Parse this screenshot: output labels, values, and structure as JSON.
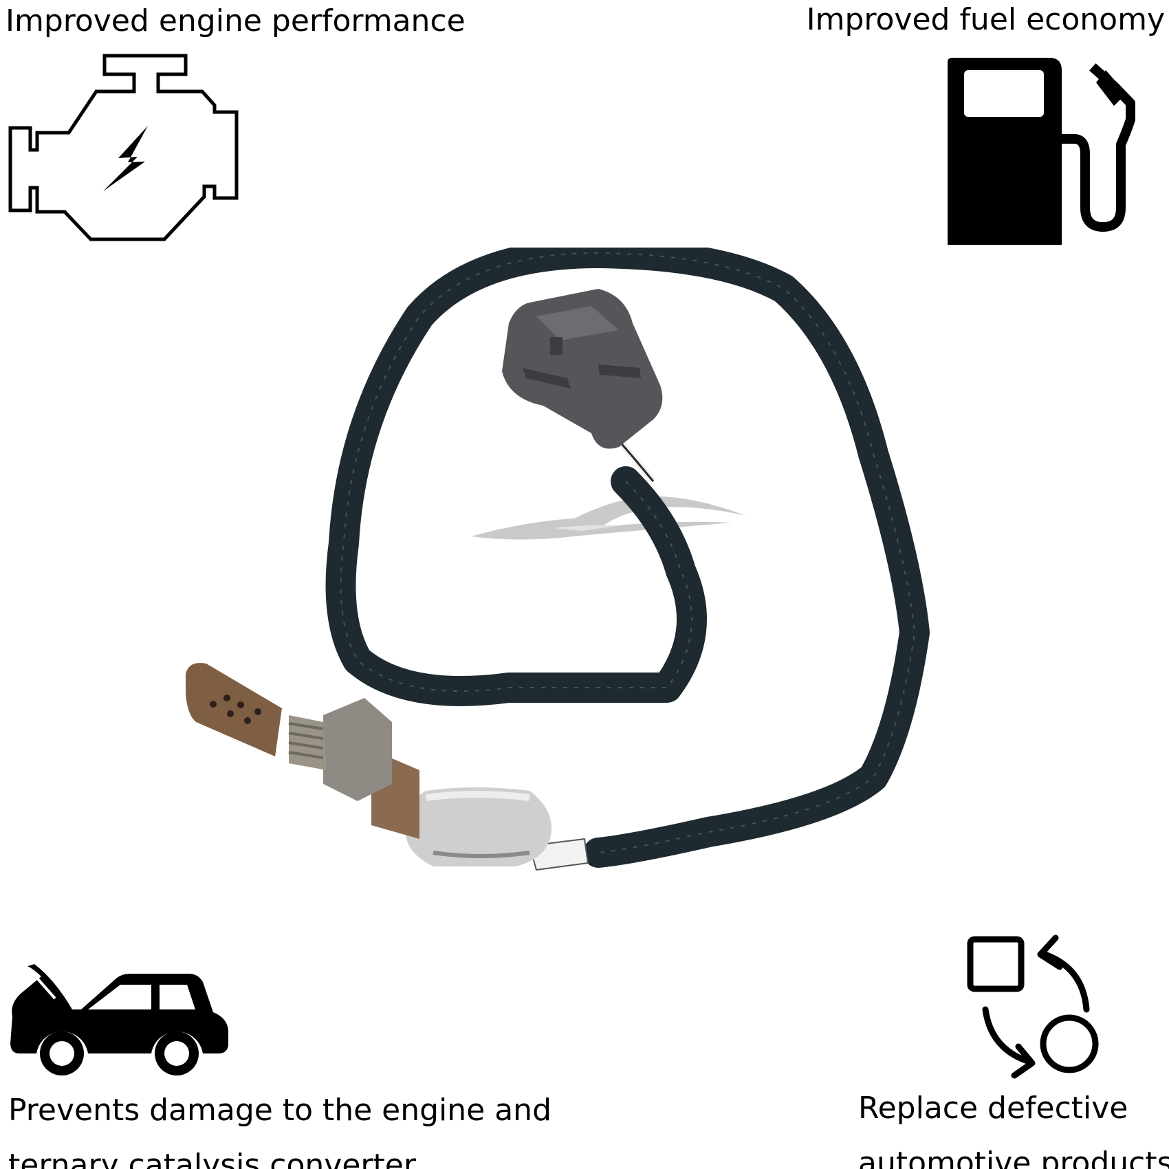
{
  "features": {
    "engine": {
      "label": "Improved engine performance",
      "icon": "engine-check-icon"
    },
    "fuel": {
      "label": "Improved fuel economy",
      "icon": "fuel-pump-icon"
    },
    "protection": {
      "line1": "Prevents damage to the engine and",
      "line2": "ternary catalysis converter",
      "icon": "car-hood-open-icon"
    },
    "replace": {
      "line1": "Replace defective",
      "line2": "automotive products",
      "icon": "replace-cycle-icon"
    }
  },
  "product": {
    "name": "oxygen-sensor"
  },
  "colors": {
    "text": "#000000",
    "background": "#ffffff",
    "cable": "#1e2a30",
    "connector": "#55565a",
    "metal": "#8f8a84",
    "watermark": "#c9c9c9"
  }
}
